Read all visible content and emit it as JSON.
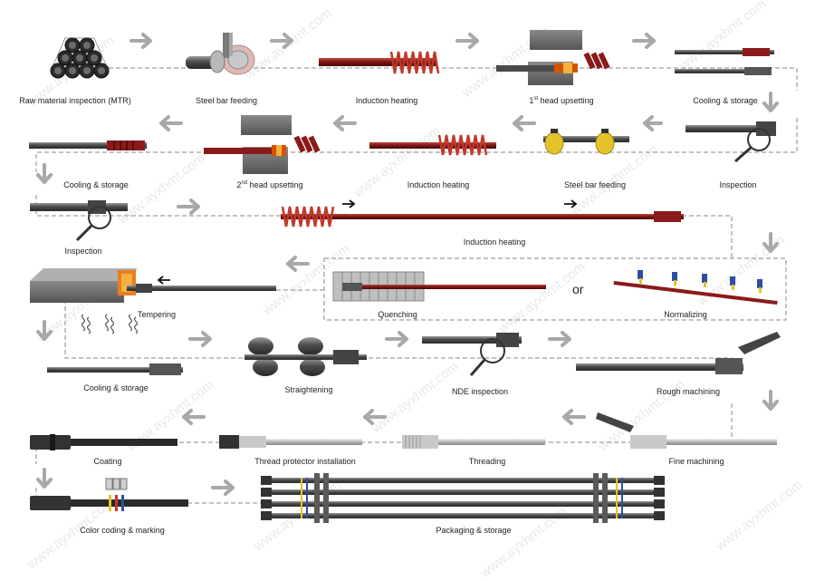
{
  "watermark": "www.ayxhmt.com",
  "or_label": "or",
  "colors": {
    "steel_dark": "#3a3a3a",
    "steel_mid": "#6e6e6e",
    "steel_light": "#b8b8b8",
    "heated": "#8b1a1a",
    "coil": "#c0392b",
    "arrow_gray": "#a6a6a6",
    "dashed": "#8a8a8a",
    "label_text": "#222222"
  },
  "steps": {
    "raw_material": "Raw material inspection (MTR)",
    "feeding_1": "Steel bar feeding",
    "heating_1": "Induction heating",
    "upset_1_num": "1",
    "upset_1_sup": "st",
    "upset_1_rest": " head upsetting",
    "cooling_1": "Cooling & storage",
    "inspection_1": "Inspection",
    "feeding_2": "Steel bar feeding",
    "heating_2": "Induction heating",
    "upset_2_num": "2",
    "upset_2_sup": "nd",
    "upset_2_rest": " head upsetting",
    "cooling_2": "Cooling & storage",
    "inspection_2": "Inspection",
    "heating_3": "Induction heating",
    "tempering": "Tempering",
    "quenching": "Quenching",
    "normalizing": "Normalizing",
    "cooling_3": "Cooling & storage",
    "straightening": "Straightening",
    "nde": "NDE inspection",
    "rough": "Rough machining",
    "fine": "Fine machining",
    "threading": "Threading",
    "protector": "Thread protector installation",
    "coating": "Coating",
    "color_coding": "Color coding & marking",
    "packaging": "Packaging & storage"
  }
}
